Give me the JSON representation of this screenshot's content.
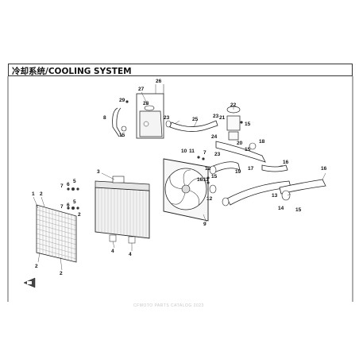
{
  "title": "冷却系统/COOLING SYSTEM",
  "watermark": "CFMOTO PARTS CATALOG 2023",
  "callouts": [
    {
      "id": "c1",
      "text": "1"
    },
    {
      "id": "c2a",
      "text": "2"
    },
    {
      "id": "c2b",
      "text": "2"
    },
    {
      "id": "c2c",
      "text": "2"
    },
    {
      "id": "c2d",
      "text": "2"
    },
    {
      "id": "c3",
      "text": "3"
    },
    {
      "id": "c4a",
      "text": "4"
    },
    {
      "id": "c4b",
      "text": "4"
    },
    {
      "id": "c5a",
      "text": "5"
    },
    {
      "id": "c5b",
      "text": "5"
    },
    {
      "id": "c6a",
      "text": "6"
    },
    {
      "id": "c6b",
      "text": "6"
    },
    {
      "id": "c7a",
      "text": "7"
    },
    {
      "id": "c7b",
      "text": "7"
    },
    {
      "id": "c7c",
      "text": "7"
    },
    {
      "id": "c8",
      "text": "8"
    },
    {
      "id": "c9",
      "text": "9"
    },
    {
      "id": "c10a",
      "text": "10"
    },
    {
      "id": "c11a",
      "text": "11"
    },
    {
      "id": "c10b",
      "text": "10"
    },
    {
      "id": "c11b",
      "text": "11"
    },
    {
      "id": "c12a",
      "text": "12"
    },
    {
      "id": "c12b",
      "text": "12"
    },
    {
      "id": "c13",
      "text": "13"
    },
    {
      "id": "c14",
      "text": "14"
    },
    {
      "id": "c15a",
      "text": "15"
    },
    {
      "id": "c15b",
      "text": "15"
    },
    {
      "id": "c15c",
      "text": "15"
    },
    {
      "id": "c15d",
      "text": "15"
    },
    {
      "id": "c15e",
      "text": "15"
    },
    {
      "id": "c16a",
      "text": "16"
    },
    {
      "id": "c16b",
      "text": "16"
    },
    {
      "id": "c17",
      "text": "17"
    },
    {
      "id": "c18",
      "text": "18"
    },
    {
      "id": "c19",
      "text": "19"
    },
    {
      "id": "c20",
      "text": "20"
    },
    {
      "id": "c21",
      "text": "21"
    },
    {
      "id": "c22",
      "text": "22"
    },
    {
      "id": "c23a",
      "text": "23"
    },
    {
      "id": "c23b",
      "text": "23"
    },
    {
      "id": "c23c",
      "text": "23"
    },
    {
      "id": "c24",
      "text": "24"
    },
    {
      "id": "c25",
      "text": "25"
    },
    {
      "id": "c26",
      "text": "26"
    },
    {
      "id": "c27",
      "text": "27"
    },
    {
      "id": "c28",
      "text": "28"
    },
    {
      "id": "c29",
      "text": "29"
    }
  ]
}
